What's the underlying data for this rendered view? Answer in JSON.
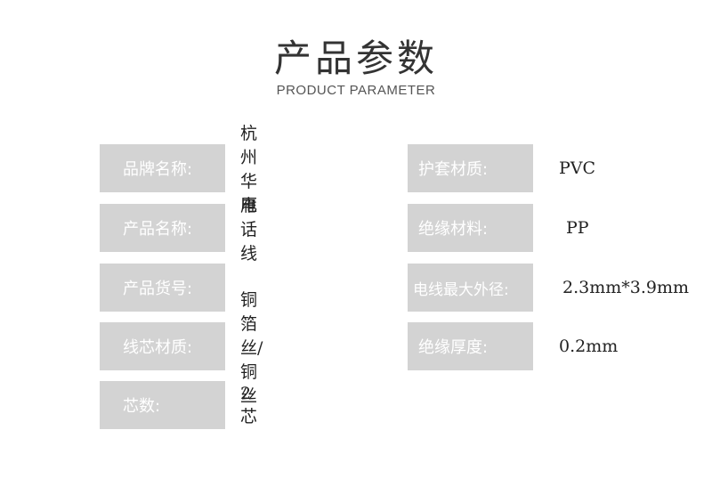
{
  "header": {
    "title": "产品参数",
    "subtitle": "PRODUCT PARAMETER"
  },
  "left_params": [
    {
      "label": "品牌名称:",
      "value": "杭州华雁"
    },
    {
      "label": "产品名称:",
      "value": "电话线"
    },
    {
      "label": "产品货号:",
      "value": ""
    },
    {
      "label": "线芯材质:",
      "value": "铜箔丝/铜丝"
    },
    {
      "label": "芯数:",
      "value": "2芯"
    }
  ],
  "right_params": [
    {
      "label": "护套材质:",
      "value": "PVC"
    },
    {
      "label": "绝缘材料:",
      "value": "PP"
    },
    {
      "label": "电线最大外径:",
      "value": "2.3mm*3.9mm"
    },
    {
      "label": "绝缘厚度:",
      "value": "0.2mm"
    }
  ]
}
